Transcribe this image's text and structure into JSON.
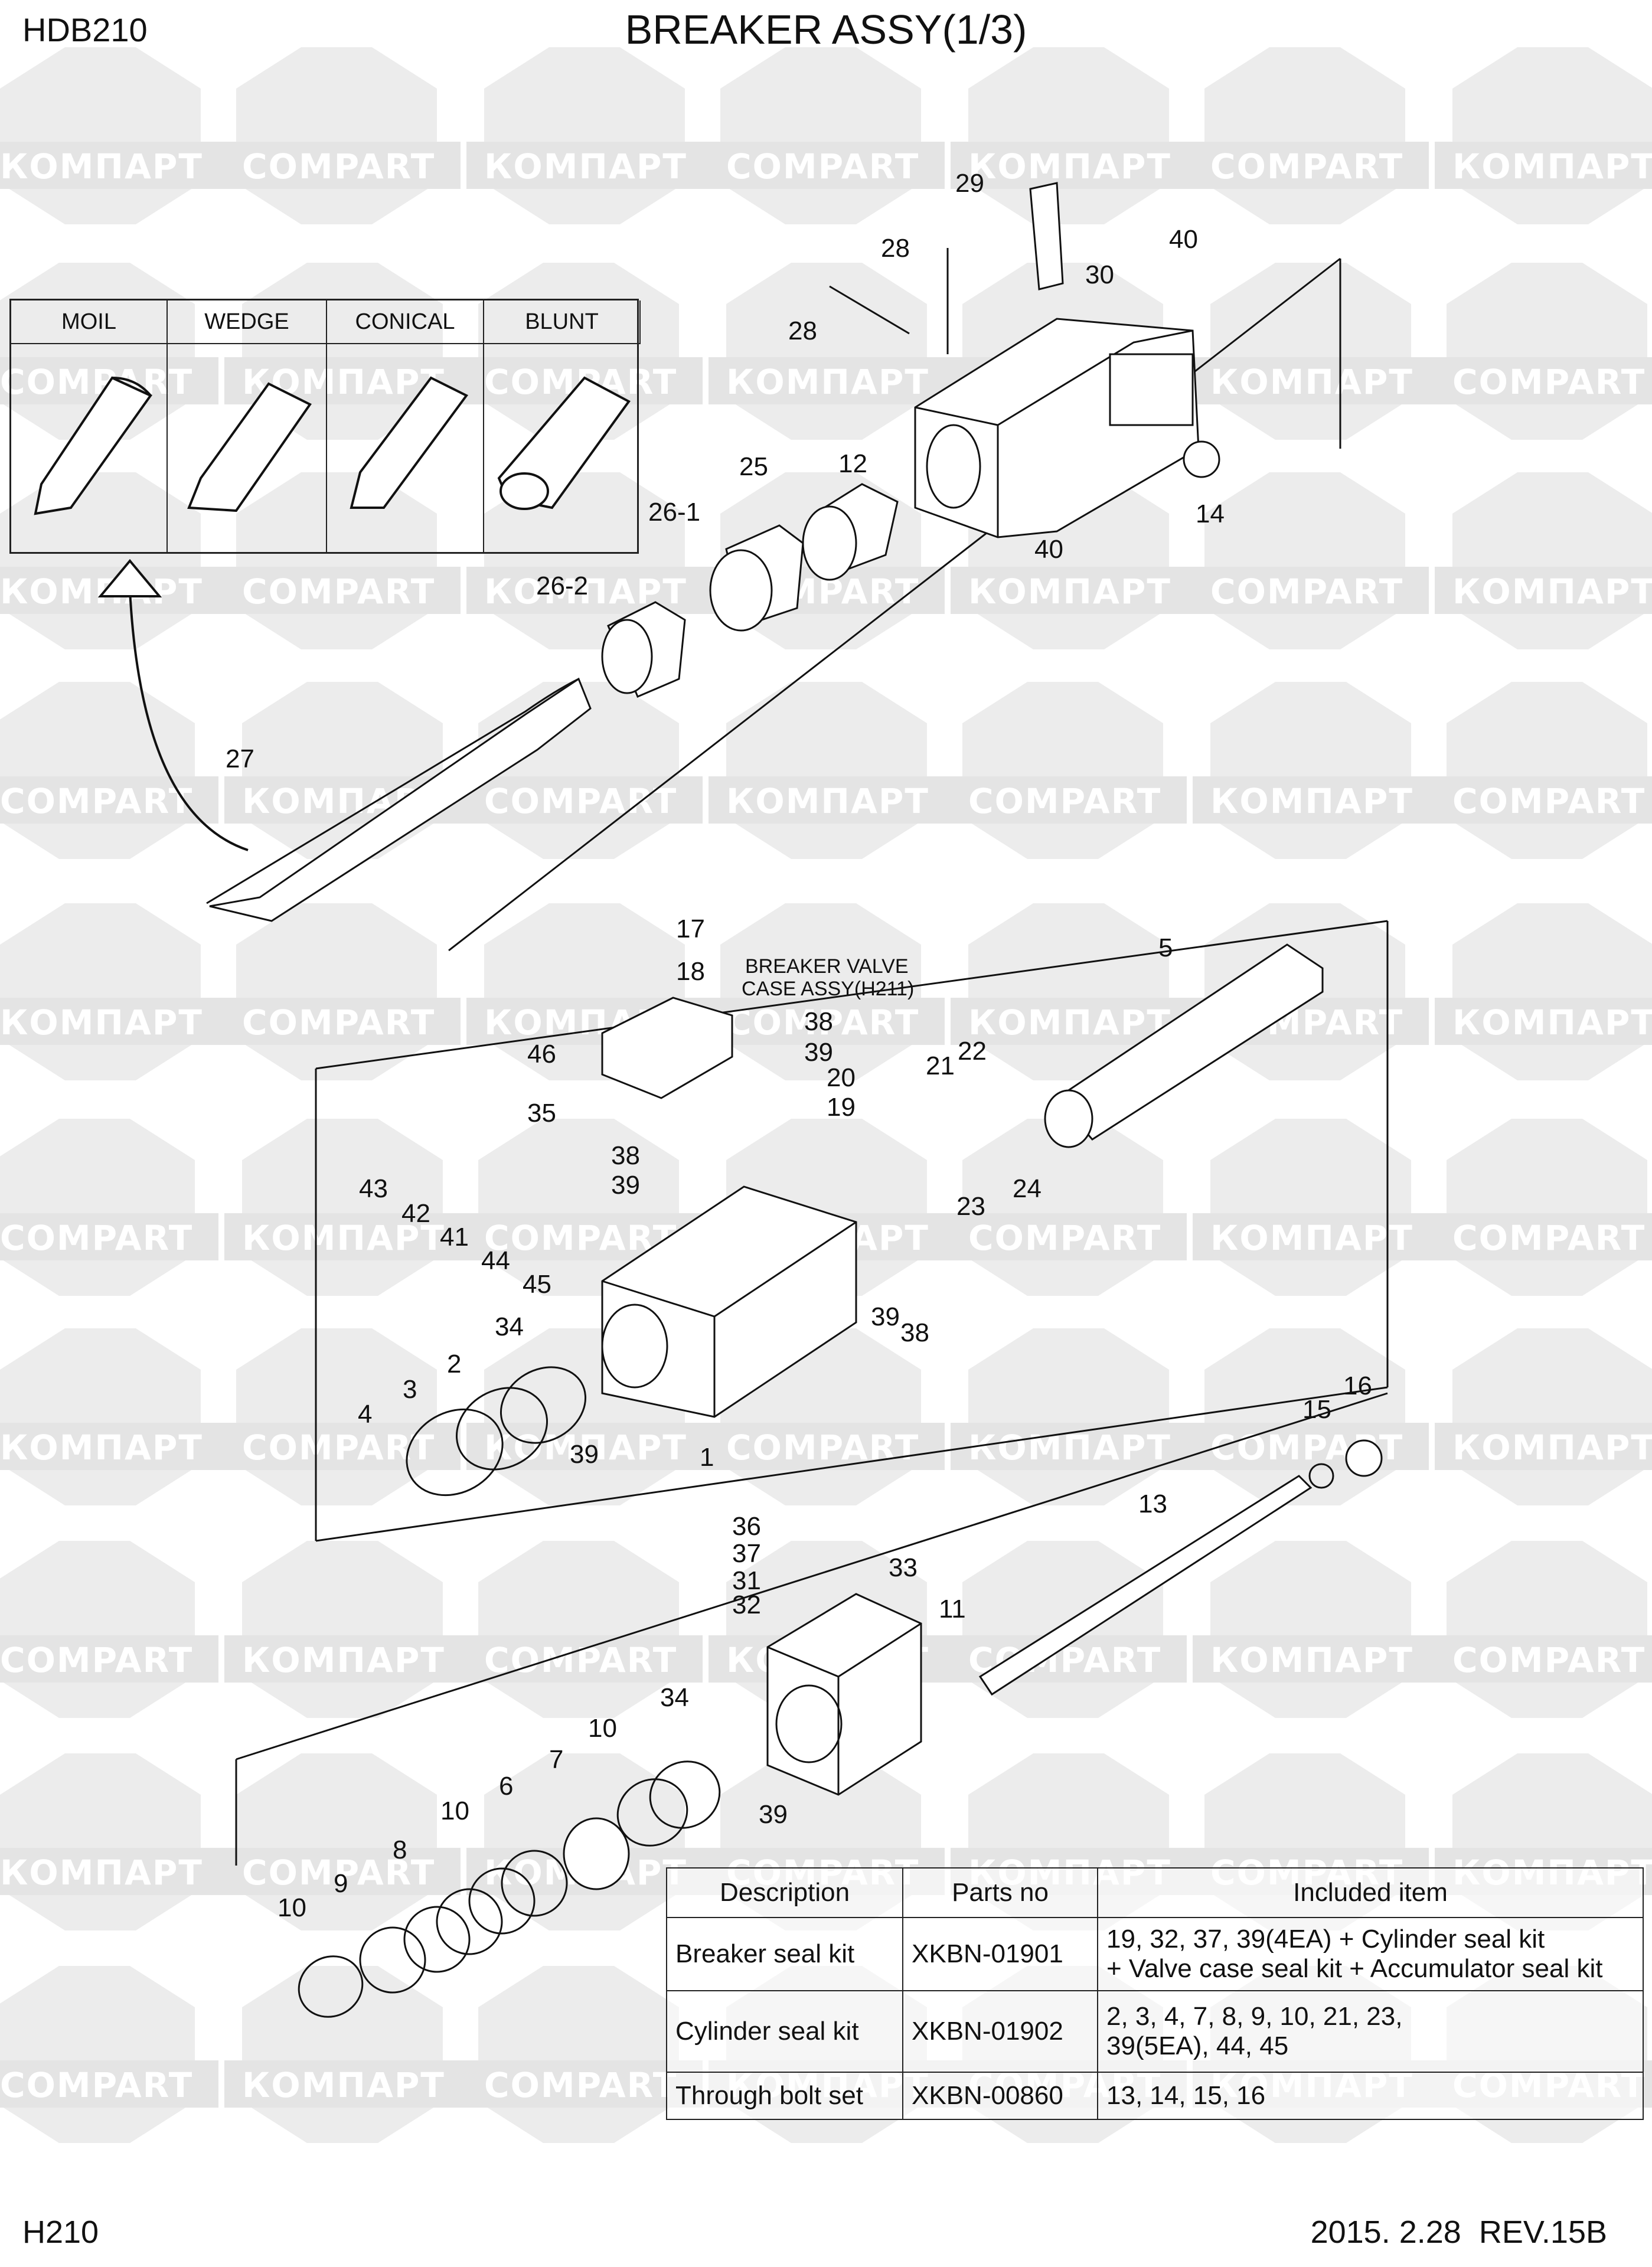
{
  "header": {
    "model": "HDB210",
    "title": "BREAKER ASSY(1/3)"
  },
  "footer": {
    "page_code": "H210",
    "date": "2015. 2.28",
    "revision": "REV.15B"
  },
  "watermark": {
    "text_cyrillic": "КОМПАРТ",
    "text_latin": "COMPART"
  },
  "tool_types": [
    "MOIL",
    "WEDGE",
    "CONICAL",
    "BLUNT"
  ],
  "valve_note": {
    "line1": "BREAKER VALVE",
    "line2": "CASE ASSY(H211)"
  },
  "callouts": {
    "c29": "29",
    "c28a": "28",
    "c28b": "28",
    "c40a": "40",
    "c30": "30",
    "c25": "25",
    "c12": "12",
    "c14": "14",
    "c40b": "40",
    "c26_1": "26-1",
    "c26_2": "26-2",
    "c27": "27",
    "c17": "17",
    "c18": "18",
    "c46": "46",
    "c35": "35",
    "c38a": "38",
    "c39a": "39",
    "c20": "20",
    "c19": "19",
    "c5": "5",
    "c21": "21",
    "c22": "22",
    "c38b": "38",
    "c39b": "39",
    "c43": "43",
    "c42": "42",
    "c41": "41",
    "c44": "44",
    "c45": "45",
    "c23": "23",
    "c24": "24",
    "c39c": "39",
    "c38c": "38",
    "c34a": "34",
    "c2": "2",
    "c3": "3",
    "c4": "4",
    "c39d": "39",
    "c1": "1",
    "c15": "15",
    "c16": "16",
    "c13": "13",
    "c36": "36",
    "c37": "37",
    "c31": "31",
    "c33": "33",
    "c32": "32",
    "c11": "11",
    "c34b": "34",
    "c10a": "10",
    "c7": "7",
    "c6": "6",
    "c10b": "10",
    "c8": "8",
    "c9": "9",
    "c10c": "10",
    "c39e": "39"
  },
  "kits_table": {
    "headers": {
      "description": "Description",
      "parts_no": "Parts no",
      "included": "Included item"
    },
    "rows": [
      {
        "description": "Breaker seal kit",
        "parts_no": "XKBN-01901",
        "included_line1": "19, 32, 37, 39(4EA) + Cylinder seal kit",
        "included_line2": "+ Valve case seal kit + Accumulator seal kit"
      },
      {
        "description": "Cylinder seal kit",
        "parts_no": "XKBN-01902",
        "included_line1": "2, 3, 4, 7, 8, 9, 10, 21, 23,",
        "included_line2": "39(5EA), 44, 45"
      },
      {
        "description": "Through bolt set",
        "parts_no": "XKBN-00860",
        "included_line1": "13, 14, 15, 16",
        "included_line2": ""
      }
    ]
  },
  "colors": {
    "watermark_shape": "#ececec",
    "ink": "#111111"
  }
}
